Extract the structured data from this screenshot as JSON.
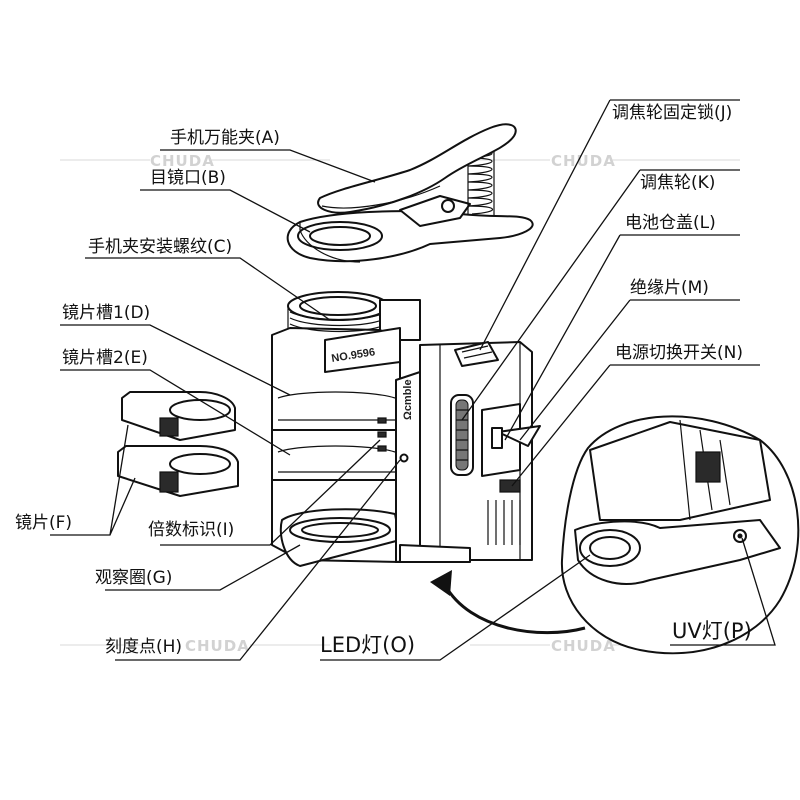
{
  "labels": {
    "A": "手机万能夹(A)",
    "B": "目镜口(B)",
    "C": "手机夹安装螺纹(C)",
    "D": "镜片槽1(D)",
    "E": "镜片槽2(E)",
    "F": "镜片(F)",
    "G": "观察圈(G)",
    "H": "刻度点(H)",
    "I": "倍数标识(I)",
    "J": "调焦轮固定锁(J)",
    "K": "调焦轮(K)",
    "L": "电池仓盖(L)",
    "M": "绝缘片(M)",
    "N": "电源切换开关(N)",
    "O": "LED灯(O)",
    "P": "UV灯(P)"
  },
  "watermark": "CHUDA",
  "device": {
    "model": "NO.9596",
    "brand": "Ωcmble"
  }
}
